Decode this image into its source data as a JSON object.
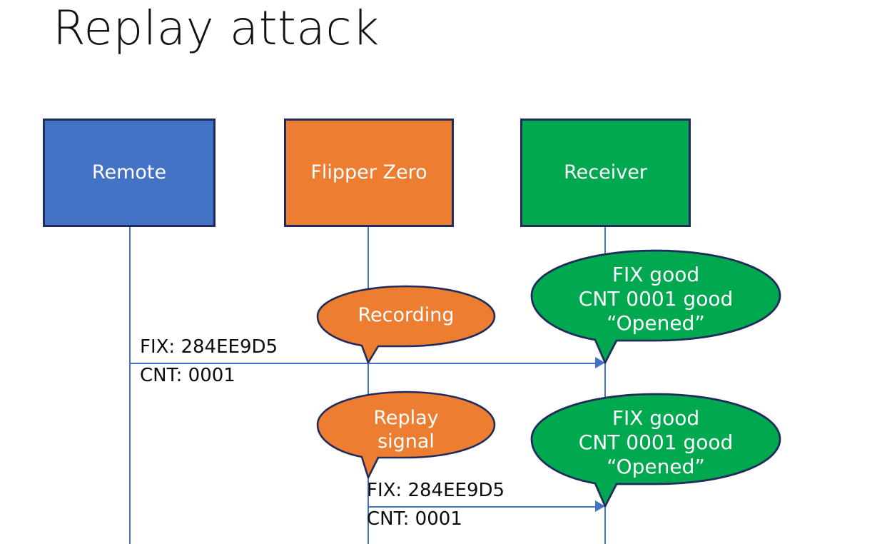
{
  "slide": {
    "title": "Replay attack",
    "background": "#ffffff"
  },
  "colors": {
    "remote_fill": "#4472C4",
    "flipper_fill": "#ED7D31",
    "receiver_fill": "#00A94F",
    "box_border": "#1F2C5C",
    "lifeline": "#4472C4",
    "text_dark": "#0B0B0B",
    "text_light": "#FFFFFF"
  },
  "actors": [
    {
      "id": "remote",
      "label": "Remote"
    },
    {
      "id": "flipper",
      "label": "Flipper Zero"
    },
    {
      "id": "receiver",
      "label": "Receiver"
    }
  ],
  "callouts": {
    "recording": {
      "line1": "Recording"
    },
    "replay": {
      "line1": "Replay",
      "line2": "signal"
    },
    "receiver_first": {
      "line1": "FIX good",
      "line2": "CNT 0001 good",
      "line3": "“Opened”"
    },
    "receiver_second": {
      "line1": "FIX good",
      "line2": "CNT 0001 good",
      "line3": "“Opened”"
    }
  },
  "messages": [
    {
      "id": "remote-to-receiver",
      "label_above": "FIX: 284EE9D5",
      "label_below": "CNT: 0001"
    },
    {
      "id": "flipper-to-receiver",
      "label_above": "FIX: 284EE9D5",
      "label_below": "CNT: 0001"
    }
  ]
}
